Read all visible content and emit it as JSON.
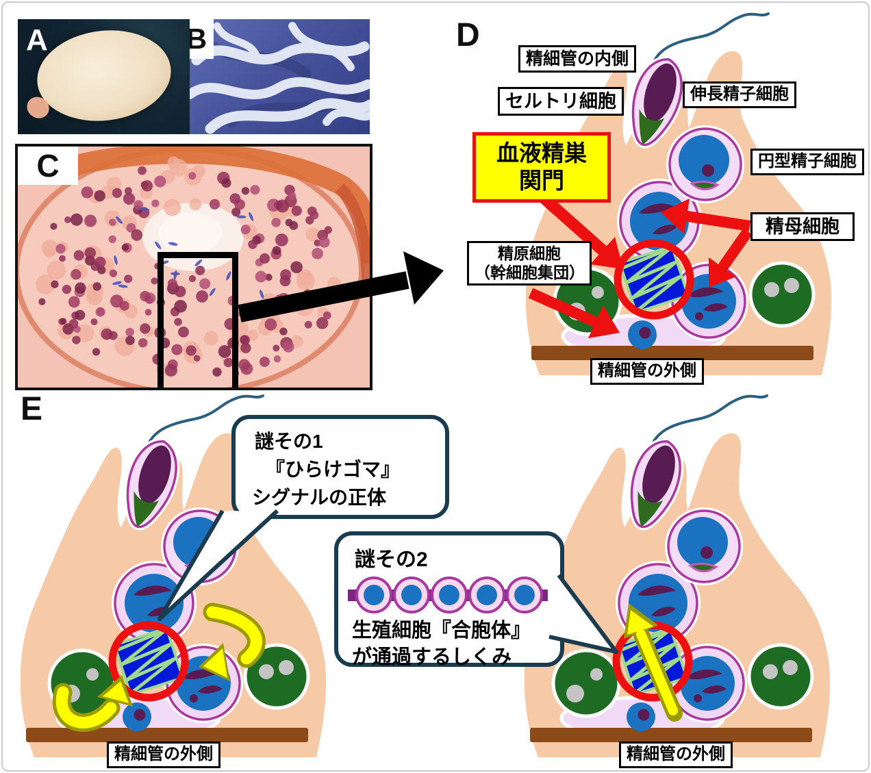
{
  "panels": {
    "a_label": "A",
    "b_label": "B",
    "c_label": "C",
    "d_label": "D",
    "e_label": "E"
  },
  "panel_d": {
    "inside_tubule": "精細管の内側",
    "sertoli_cell": "セルトリ細胞",
    "elongating_spermatid": "伸長精子細胞",
    "round_spermatid": "円型精子細胞",
    "barrier_line1": "血液精巣",
    "barrier_line2": "関門",
    "spermatocyte": "精母細胞",
    "spermatogonia_line1": "精原細胞",
    "spermatogonia_line2": "（幹細胞集団）",
    "outside_tubule": "精細管の外側"
  },
  "panel_e": {
    "bubble1_line1": "謎その1",
    "bubble1_line2": "『ひらけゴマ』",
    "bubble1_line3": "シグナルの正体",
    "bubble2_title": "謎その2",
    "bubble2_line1": "生殖細胞『合胞体』",
    "bubble2_line2": "が通過するしくみ",
    "syncytium_cell_count": 5,
    "outside_tubule_left": "精細管の外側",
    "outside_tubule_right": "精細管の外側"
  },
  "colors": {
    "barrier_box_bg": "#FFFF00",
    "barrier_box_border": "#EC1010",
    "red_accent": "#EC1010",
    "yellow_arrow": "#FFFF00",
    "yellow_arrow_outline": "#9B9B00",
    "sertoli_peach": "#F6C9A7",
    "cell_pink": "#F2D7F4",
    "cell_border_magenta": "#A8399E",
    "nucleus_blue": "#1B72C0",
    "nucleus_purple": "#581B52",
    "sertoli_nucleus_green": "#1E6B24",
    "basement_brown": "#8C4A18",
    "bubble_border_navy": "#1B3C4F",
    "junction_blue": "#0018D8",
    "junction_green": "#9FD98F"
  }
}
